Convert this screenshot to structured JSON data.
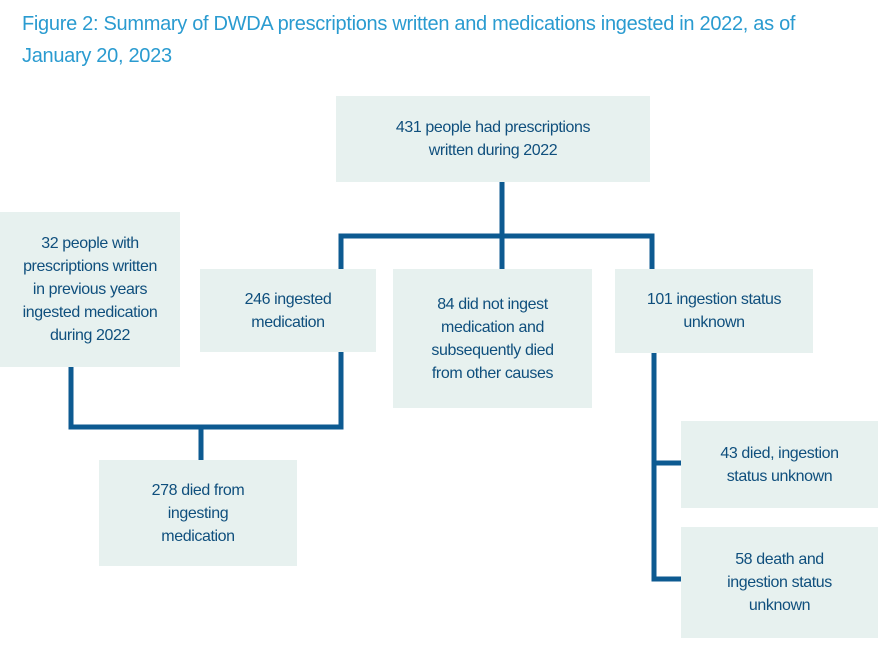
{
  "title": {
    "line1": "Figure 2: Summary of DWDA prescriptions written and medications ingested in 2022, as of",
    "line2": "January 20, 2023"
  },
  "nodes": {
    "total_prescriptions": [
      "431 people had prescriptions",
      "written during 2022"
    ],
    "previous_years": [
      "32 people with",
      "prescriptions written",
      "in previous years",
      "ingested medication",
      "during 2022"
    ],
    "ingested": [
      "246 ingested",
      "medication"
    ],
    "not_ingested": [
      "84 did not ingest",
      "medication and",
      "subsequently died",
      "from other causes"
    ],
    "status_unknown": [
      "101 ingestion status",
      "unknown"
    ],
    "died_from_ingesting": [
      "278 died from",
      "ingesting",
      "medication"
    ],
    "died_status_unknown": [
      "43 died, ingestion",
      "status unknown"
    ],
    "death_and_status_unknown": [
      "58 death and",
      "ingestion status",
      "unknown"
    ]
  },
  "colors": {
    "title": "#2a9bd0",
    "box_fill": "#e7f1ef",
    "box_text": "#0f4f7d",
    "connector": "#0d5a91"
  }
}
